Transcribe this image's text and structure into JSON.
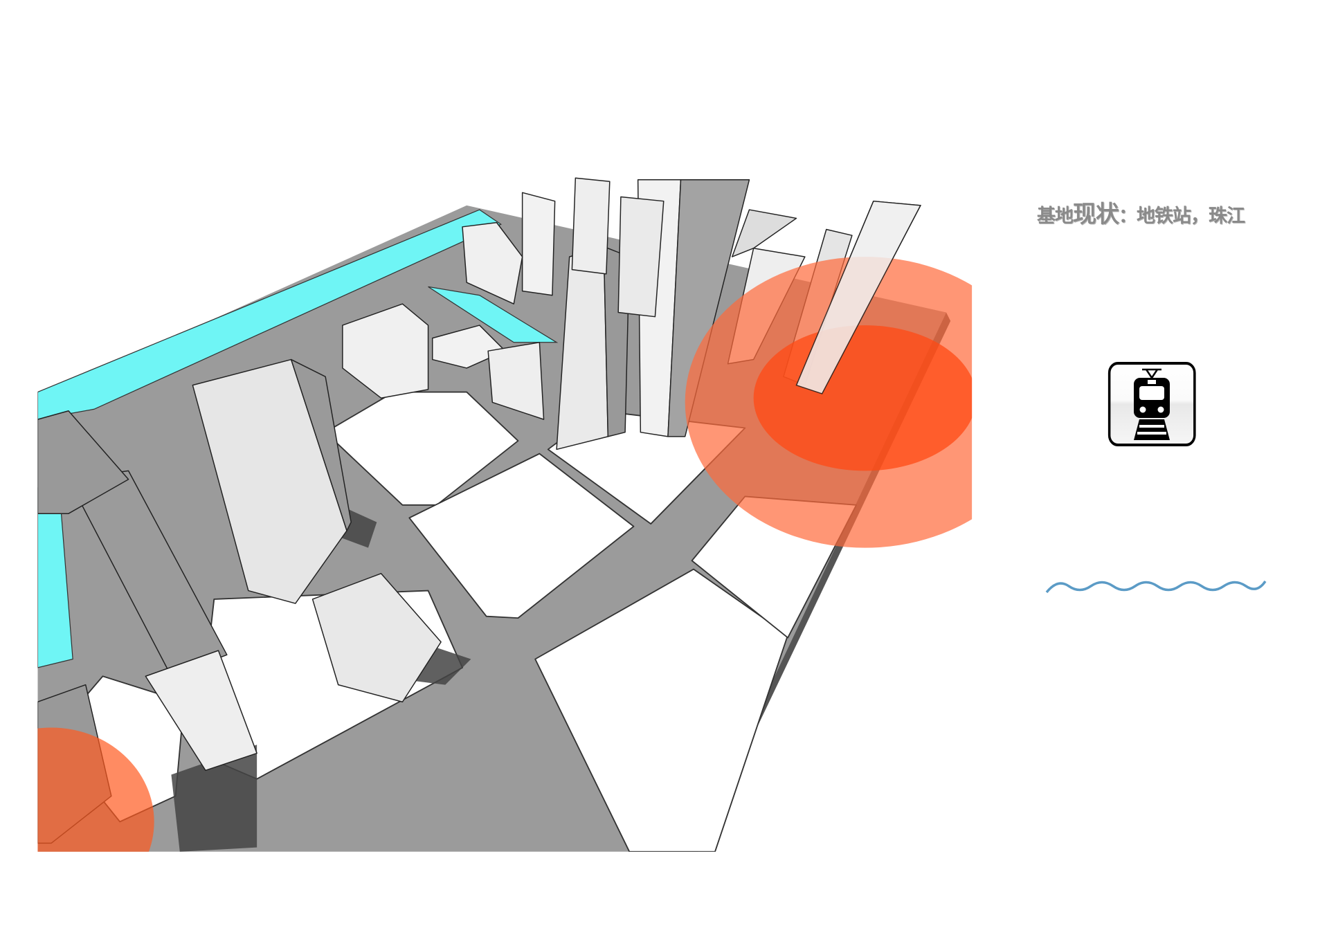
{
  "title": {
    "prefix": "基地",
    "emphasis": "现状",
    "suffix": "：地铁站，珠江"
  },
  "legend": {
    "metro_icon": "train-icon",
    "river_icon": "wave-icon"
  },
  "colors": {
    "water": "#6ff5f5",
    "metro_zone": "#ff4a14",
    "road": "#9b9b9b",
    "river_line": "#5b9bc6",
    "title": "#8a8a8a"
  }
}
